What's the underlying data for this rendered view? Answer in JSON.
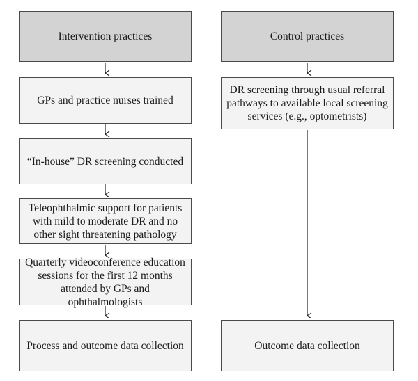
{
  "columns": {
    "intervention": {
      "header": "Intervention practices",
      "steps": [
        [
          "GPs and practice nurses trained"
        ],
        [
          "“In-house” DR screening conducted"
        ],
        [
          "Teleophthalmic support for patients",
          "with mild to moderate DR and no",
          "other sight threatening pathology"
        ],
        [
          "Quarterly videoconference education",
          "sessions for the first 12 months",
          "attended by GPs and ophthalmologists"
        ],
        [
          "Process and outcome data collection"
        ]
      ]
    },
    "control": {
      "header": "Control practices",
      "steps": [
        [
          "DR screening through usual referral",
          "pathways to available local screening",
          "services (e.g., optometrists)"
        ],
        [
          "Outcome data collection"
        ]
      ]
    }
  },
  "colors": {
    "header_fill": "#d3d3d3",
    "step_fill": "#f3f3f3",
    "border": "#4a4a4a",
    "arrow": "#222222"
  }
}
